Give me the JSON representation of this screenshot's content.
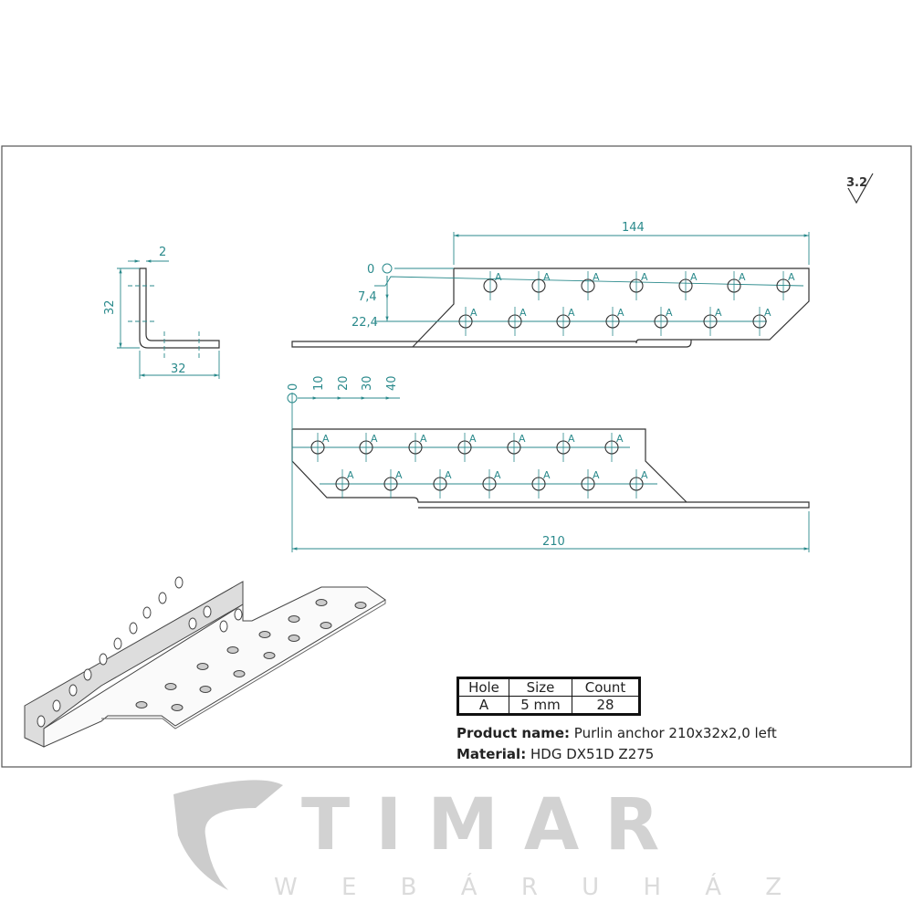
{
  "drawing": {
    "roughness": "3.2",
    "profile_view": {
      "thickness": "2",
      "height": "32",
      "width": "32"
    },
    "top_view": {
      "length": "144",
      "ordinates": [
        "0",
        "7,4",
        "22,4"
      ]
    },
    "bottom_view": {
      "length": "210",
      "ordinates": [
        "0",
        "10",
        "20",
        "30",
        "40"
      ]
    },
    "hole_label": "A"
  },
  "watermark": {
    "brand": "TIMAR",
    "subtitle": "W E B Á R U H Á Z"
  },
  "hole_table": {
    "headers": [
      "Hole",
      "Size",
      "Count"
    ],
    "rows": [
      [
        "A",
        "5 mm",
        "28"
      ]
    ]
  },
  "info": {
    "product_label": "Product name:",
    "product_value": "Purlin anchor 210x32x2,0 left",
    "material_label": "Material:",
    "material_value": "HDG DX51D Z275"
  },
  "colors": {
    "dimension": "#2b8a8c",
    "outline": "#333333",
    "watermark": "#c8c8c8"
  }
}
